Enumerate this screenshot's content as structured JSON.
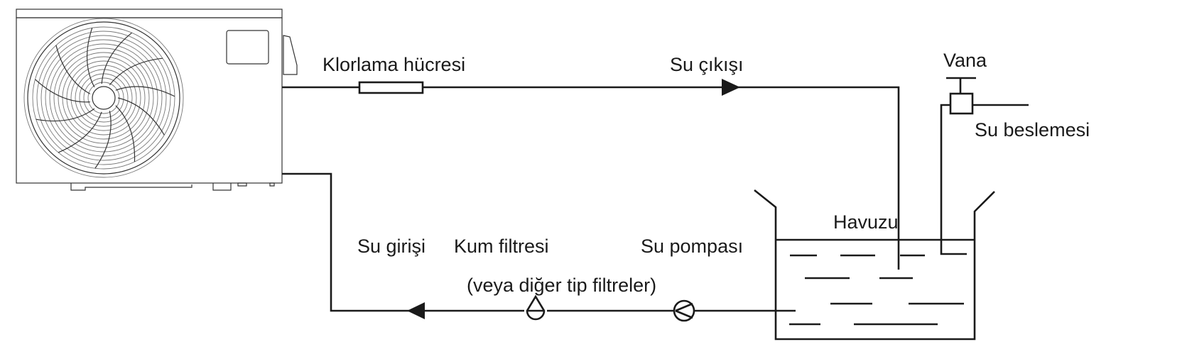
{
  "labels": {
    "chlorinator": "Klorlama hücresi",
    "water_outlet": "Su çıkışı",
    "valve": "Vana",
    "water_supply": "Su beslemesi",
    "pool": "Havuzu",
    "water_inlet": "Su girişi",
    "sand_filter": "Kum filtresi",
    "filter_note": "(veya diğer tip filtreler)",
    "water_pump": "Su pompası"
  },
  "colors": {
    "line": "#1a1a1a",
    "background": "#ffffff"
  }
}
